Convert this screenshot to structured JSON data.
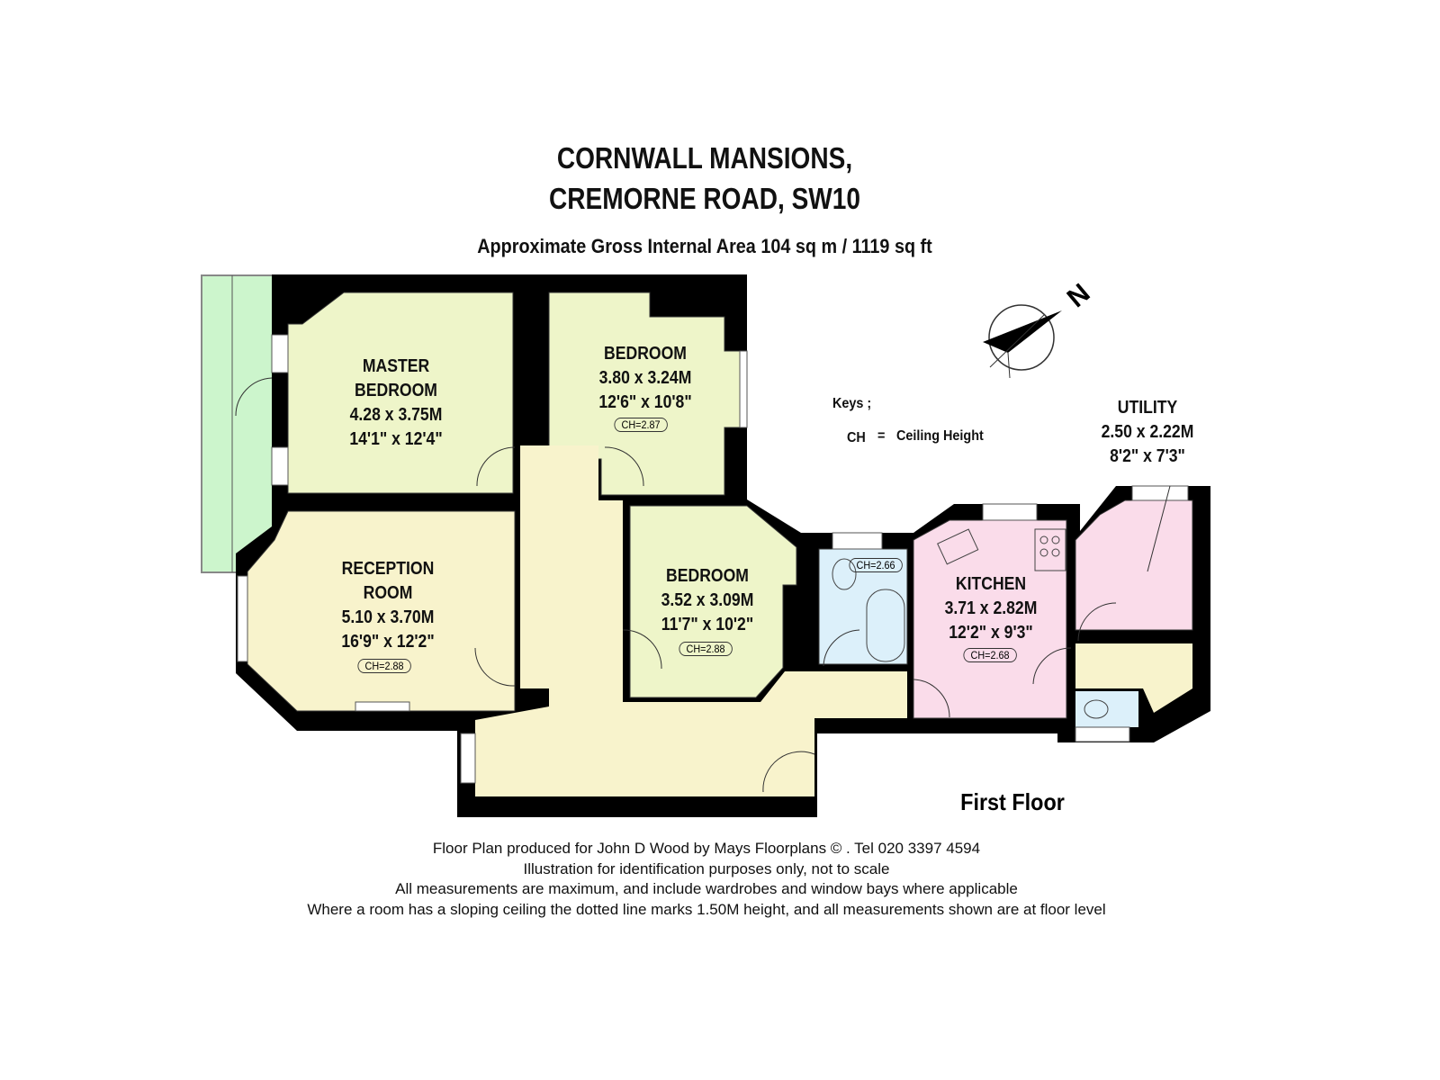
{
  "header": {
    "title_line1": "CORNWALL MANSIONS,",
    "title_line2": "CREMORNE ROAD, SW10",
    "area": "Approximate Gross Internal Area 104 sq m  /  1119 sq ft"
  },
  "rooms": {
    "master": {
      "name1": "MASTER",
      "name2": "BEDROOM",
      "metric": "4.28 x 3.75M",
      "imperial": "14'1\" x 12'4\""
    },
    "bedroom1": {
      "name": "BEDROOM",
      "metric": "3.80 x 3.24M",
      "imperial": "12'6\" x 10'8\"",
      "ch": "CH=2.87"
    },
    "reception": {
      "name1": "RECEPTION",
      "name2": "ROOM",
      "metric": "5.10 x 3.70M",
      "imperial": "16'9\" x 12'2\"",
      "ch": "CH=2.88"
    },
    "bedroom2": {
      "name": "BEDROOM",
      "metric": "3.52 x 3.09M",
      "imperial": "11'7\" x 10'2\"",
      "ch": "CH=2.88"
    },
    "bathroom": {
      "ch": "CH=2.66"
    },
    "kitchen": {
      "name": "KITCHEN",
      "metric": "3.71 x 2.82M",
      "imperial": "12'2\" x 9'3\"",
      "ch": "CH=2.68"
    },
    "utility": {
      "name": "UTILITY",
      "metric": "2.50 x 2.22M",
      "imperial": "8'2\" x 7'3\""
    }
  },
  "keys": {
    "title": "Keys ;",
    "abbr": "CH",
    "eq": "=",
    "meaning": "Ceiling Height"
  },
  "compass": {
    "label": "N"
  },
  "floor_label": "First Floor",
  "footer": [
    "Floor Plan produced for John D Wood by Mays Floorplans  © . Tel 020 3397 4594",
    "Illustration for identification purposes only, not to scale",
    "All measurements are maximum, and include wardrobes and window bays where applicable",
    "Where a room has a sloping ceiling the dotted line marks 1.50M height, and all measurements shown are at floor level"
  ],
  "colors": {
    "bedroom": "#eef5c9",
    "hall": "#f8f3cc",
    "balcony": "#ccf5cc",
    "wet": "#dcf0fa",
    "kitchen": "#fadcea",
    "wall": "#000000"
  }
}
